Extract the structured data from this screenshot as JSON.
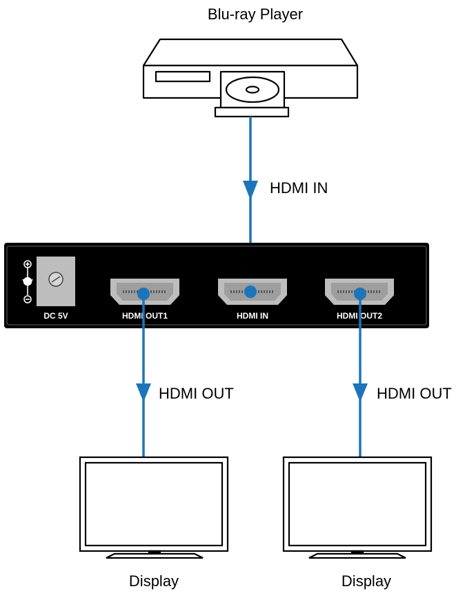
{
  "source": {
    "label": "Blu-ray Player"
  },
  "splitter": {
    "power_label": "DC 5V",
    "ports": {
      "out1": "HDMI OUT1",
      "in": "HDMI IN",
      "out2": "HDMI OUT2"
    }
  },
  "links": {
    "input": "HDMI IN",
    "output_left": "HDMI OUT",
    "output_right": "HDMI OUT"
  },
  "displays": {
    "left": "Display",
    "right": "Display"
  },
  "colors": {
    "cable": "#1b75bb",
    "device": "#000000",
    "port": "#bdbdbd",
    "background": "#ffffff"
  }
}
